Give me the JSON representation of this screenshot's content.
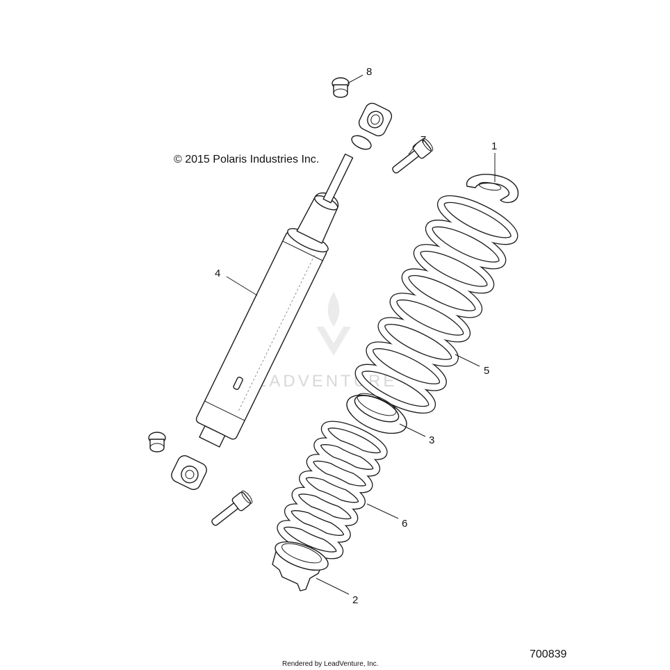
{
  "copyright": "© 2015 Polaris Industries Inc.",
  "document_number": "700839",
  "rendered_by": "Rendered by LeadVenture, Inc.",
  "watermark": {
    "text": "LEADVENTURE",
    "color": "#d8d8d8",
    "icon": "flame-v-logo-icon"
  },
  "callouts": [
    {
      "number": "1",
      "part": "retaining-clip"
    },
    {
      "number": "2",
      "part": "lower-spring-seat"
    },
    {
      "number": "3",
      "part": "spring-adapter"
    },
    {
      "number": "4",
      "part": "shock-absorber"
    },
    {
      "number": "5",
      "part": "upper-coil-spring"
    },
    {
      "number": "6",
      "part": "lower-coil-spring"
    },
    {
      "number": "7",
      "part": "mounting-bolt"
    },
    {
      "number": "8",
      "part": "bushing"
    }
  ],
  "colors": {
    "line": "#1a1a1a",
    "background": "#ffffff"
  }
}
